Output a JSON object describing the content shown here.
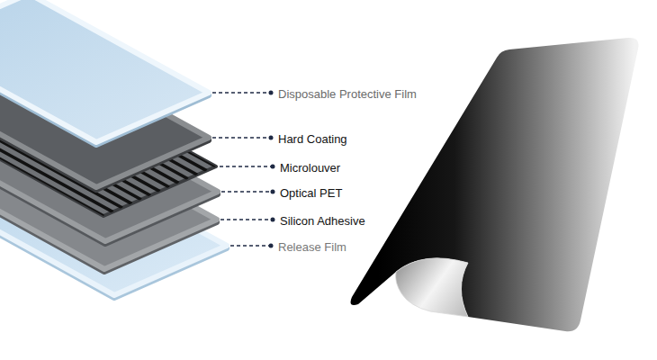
{
  "diagram": {
    "labels": [
      "Disposable Protective Film",
      "Hard Coating",
      "Microlouver",
      "Optical PET",
      "Silicon Adhesive",
      "Release Film"
    ]
  }
}
